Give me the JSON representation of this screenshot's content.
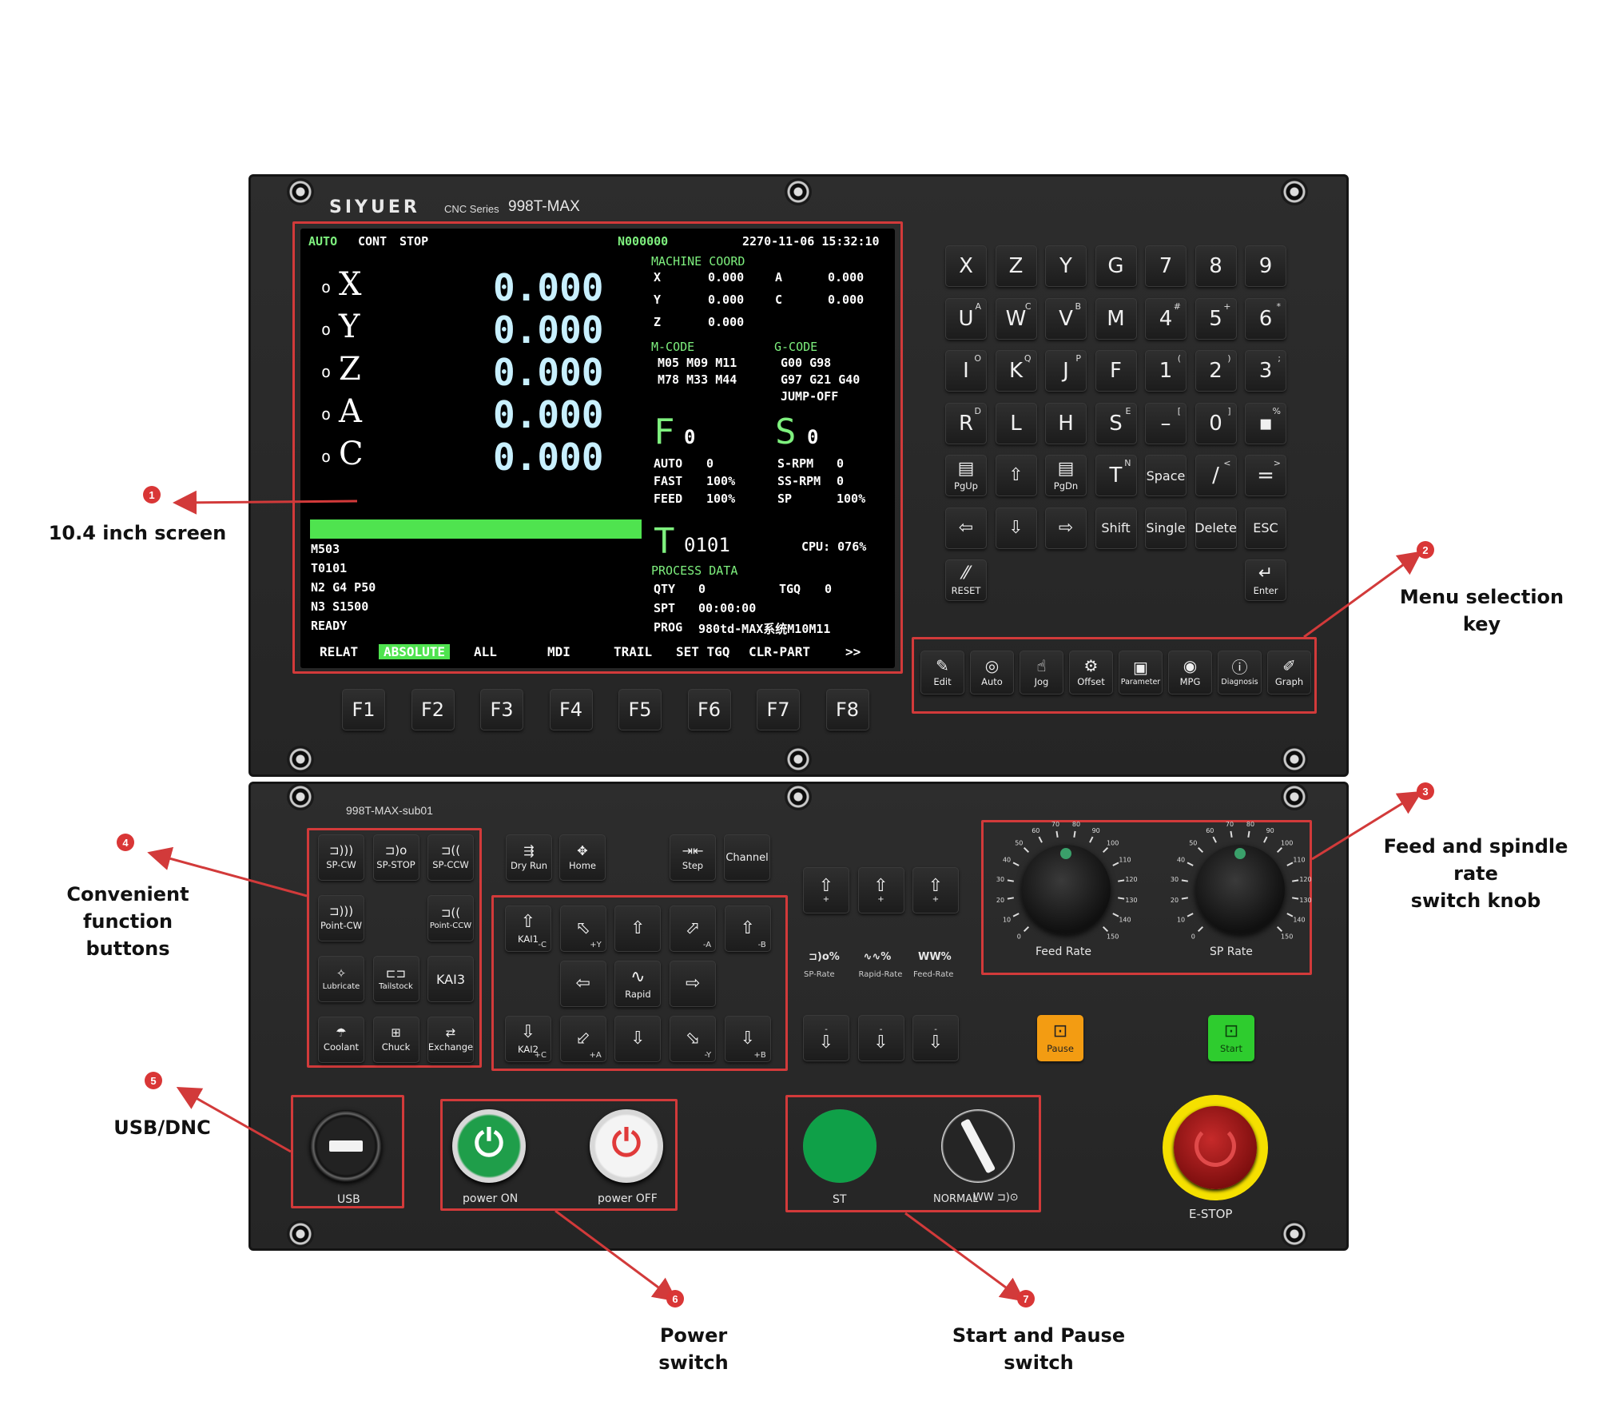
{
  "brand": {
    "logo": "SIYUER",
    "series": "CNC Series",
    "model": "998T-MAX"
  },
  "sub_model": "998T-MAX-sub01",
  "screen": {
    "status": [
      "AUTO",
      "CONT",
      "STOP"
    ],
    "prog_no": "N000000",
    "datetime": "2270-11-06 15:32:10",
    "axes": [
      {
        "name": "X",
        "value": "0.000"
      },
      {
        "name": "Y",
        "value": "0.000"
      },
      {
        "name": "Z",
        "value": "0.000"
      },
      {
        "name": "A",
        "value": "0.000"
      },
      {
        "name": "C",
        "value": "0.000"
      }
    ],
    "machine_coord": {
      "title": "MACHINE COORD",
      "rows": [
        [
          "X",
          "0.000",
          "A",
          "0.000"
        ],
        [
          "Y",
          "0.000",
          "C",
          "0.000"
        ],
        [
          "Z",
          "0.000",
          "",
          ""
        ]
      ]
    },
    "mcode": {
      "title": "M-CODE",
      "rows": [
        "M05  M09  M11",
        "M78  M33  M44"
      ]
    },
    "gcode": {
      "title": "G-CODE",
      "rows": [
        "G00  G98",
        "G97  G21  G40",
        "JUMP-OFF"
      ]
    },
    "f": {
      "letter": "F",
      "value": "0",
      "rows": [
        [
          "AUTO",
          "0"
        ],
        [
          "FAST",
          "100%"
        ],
        [
          "FEED",
          "100%"
        ]
      ]
    },
    "s": {
      "letter": "S",
      "value": "0",
      "rows": [
        [
          "S-RPM",
          "0"
        ],
        [
          "SS-RPM",
          "0"
        ],
        [
          "SP",
          "100%"
        ]
      ]
    },
    "program": [
      "M503",
      "T0101",
      "N2 G4 P50",
      "N3 S1500",
      "READY"
    ],
    "t": {
      "letter": "T",
      "value": "0101",
      "cpu": "CPU: 076%"
    },
    "process": {
      "title": "PROCESS DATA",
      "rows": [
        [
          "QTY",
          "0",
          "TGQ",
          "0"
        ],
        [
          "SPT",
          "00:00:00",
          "",
          ""
        ],
        [
          "PROG",
          "980td-MAX系统M10M11",
          "",
          ""
        ]
      ]
    },
    "softkeys": [
      "RELAT",
      "ABSOLUTE",
      "ALL",
      "MDI",
      "TRAIL",
      "SET TGQ",
      "CLR-PART",
      ">>"
    ]
  },
  "fkeys": [
    "F1",
    "F2",
    "F3",
    "F4",
    "F5",
    "F6",
    "F7",
    "F8"
  ],
  "keypad": [
    [
      {
        "m": "X"
      },
      {
        "m": "Z"
      },
      {
        "m": "Y"
      },
      {
        "m": "G"
      },
      {
        "m": "7"
      },
      {
        "m": "8"
      },
      {
        "m": "9"
      }
    ],
    [
      {
        "m": "U",
        "s": "A"
      },
      {
        "m": "W",
        "s": "C"
      },
      {
        "m": "V",
        "s": "B"
      },
      {
        "m": "M"
      },
      {
        "m": "4",
        "s": "#"
      },
      {
        "m": "5",
        "s": "+"
      },
      {
        "m": "6",
        "s": "*"
      }
    ],
    [
      {
        "m": "I",
        "s": "O"
      },
      {
        "m": "K",
        "s": "Q"
      },
      {
        "m": "J",
        "s": "P"
      },
      {
        "m": "F"
      },
      {
        "m": "1",
        "s": "("
      },
      {
        "m": "2",
        "s": ")"
      },
      {
        "m": "3",
        "s": ";"
      }
    ],
    [
      {
        "m": "R",
        "s": "D"
      },
      {
        "m": "L"
      },
      {
        "m": "H"
      },
      {
        "m": "S",
        "s": "E"
      },
      {
        "m": "–",
        "s": "["
      },
      {
        "m": "0",
        "s": "]"
      },
      {
        "m": "▪",
        "s": "%"
      }
    ],
    [
      {
        "i": "▤",
        "l": "PgUp"
      },
      {
        "i": "⇧"
      },
      {
        "i": "▤",
        "l": "PgDn"
      },
      {
        "m": "T",
        "s": "N"
      },
      {
        "t": "Space"
      },
      {
        "m": "/",
        "s": "<"
      },
      {
        "m": "=",
        "s": ">"
      }
    ],
    [
      {
        "i": "⇦"
      },
      {
        "i": "⇩"
      },
      {
        "i": "⇨"
      },
      {
        "t": "Shift"
      },
      {
        "t": "Single"
      },
      {
        "t": "Delete"
      },
      {
        "t": "ESC"
      }
    ],
    [
      {
        "i": "⁄⁄",
        "l": "RESET"
      },
      null,
      null,
      null,
      null,
      null,
      {
        "i": "↵",
        "l": "Enter"
      }
    ]
  ],
  "menu_keys": [
    {
      "i": "✎",
      "l": "Edit"
    },
    {
      "i": "◎",
      "l": "Auto"
    },
    {
      "i": "☝",
      "l": "Jog"
    },
    {
      "i": "⚙",
      "l": "Offset"
    },
    {
      "i": "▣",
      "l": "Parameter"
    },
    {
      "i": "◉",
      "l": "MPG"
    },
    {
      "i": "ⓘ",
      "l": "Diagnosis"
    },
    {
      "i": "✐",
      "l": "Graph"
    }
  ],
  "func_buttons": [
    {
      "i": "⊐)))",
      "l": "SP-CW"
    },
    {
      "i": "⊐)o",
      "l": "SP-STOP"
    },
    {
      "i": "⊐((",
      "l": "SP-CCW"
    },
    {
      "i": "⊐)))",
      "l": "Point-CW"
    },
    null,
    {
      "i": "⊐((",
      "l": "Point-CCW"
    },
    {
      "i": "✧",
      "l": "Lubricate"
    },
    {
      "i": "⊏⊐",
      "l": "Tailstock"
    },
    {
      "t": "KAI3"
    },
    {
      "i": "☂",
      "l": "Coolant"
    },
    {
      "i": "⊞",
      "l": "Chuck"
    },
    {
      "i": "⇄",
      "l": "Exchange"
    }
  ],
  "mode_buttons": [
    {
      "i": "⇶",
      "l": "Dry Run"
    },
    {
      "i": "✥",
      "l": "Home"
    },
    {
      "i": "⇥⇤",
      "l": "Step"
    },
    {
      "t": "Channel"
    }
  ],
  "jog_keys": [
    {
      "i": "⇧",
      "l": "KAI1",
      "s": "-C"
    },
    {
      "i": "⬁",
      "s": "+Y"
    },
    {
      "i": "⇧"
    },
    {
      "i": "⬀",
      "s": "-A"
    },
    {
      "i": "⇧",
      "s": "-B"
    },
    null,
    {
      "i": "⇦"
    },
    {
      "i": "∿",
      "l": "Rapid"
    },
    {
      "i": "⇨"
    },
    null,
    {
      "i": "⇩",
      "l": "KAI2",
      "s": "+C"
    },
    {
      "i": "⬃",
      "s": "+A"
    },
    {
      "i": "⇩"
    },
    {
      "i": "⬂",
      "s": "-Y"
    },
    {
      "i": "⇩",
      "s": "+B"
    }
  ],
  "rate_up": [
    "+",
    "+",
    "+"
  ],
  "rate_down": [
    "-",
    "-",
    "-"
  ],
  "rate_labels": [
    {
      "i": "⊐)o%",
      "l": "SP-Rate"
    },
    {
      "i": "∿∿%",
      "l": "Rapid-Rate"
    },
    {
      "i": "WW%",
      "l": "Feed-Rate"
    }
  ],
  "pause_label": "Pause",
  "start_label": "Start",
  "knobs": [
    {
      "label": "Feed Rate"
    },
    {
      "label": "SP Rate"
    }
  ],
  "knob_ticks": [
    "0",
    "10",
    "20",
    "30",
    "40",
    "50",
    "60",
    "70",
    "80",
    "90",
    "100",
    "110",
    "120",
    "130",
    "140",
    "150"
  ],
  "usb_label": "USB",
  "power_on": "power ON",
  "power_off": "power OFF",
  "st_label": "ST",
  "normal_label": "NORMAL",
  "estop_label": "E-STOP",
  "annotations": [
    {
      "n": "1",
      "text": "10.4 inch screen"
    },
    {
      "n": "2",
      "text": "Menu selection key"
    },
    {
      "n": "3",
      "text": "Feed and spindle rate\nswitch knob"
    },
    {
      "n": "4",
      "text": "Convenient function\nbuttons"
    },
    {
      "n": "5",
      "text": "USB/DNC"
    },
    {
      "n": "6",
      "text": "Power switch"
    },
    {
      "n": "7",
      "text": "Start and Pause switch"
    }
  ],
  "colors": {
    "panel": "#2a2a2a",
    "screen_text": "#7ef07e",
    "annotation_red": "#d23a3a",
    "pause": "#f39c12",
    "start": "#2ecc2e",
    "power_on": "#1f9e4a",
    "power_off": "#e03a3a",
    "estop_ring": "#f5e000",
    "estop": "#b51c1c"
  }
}
